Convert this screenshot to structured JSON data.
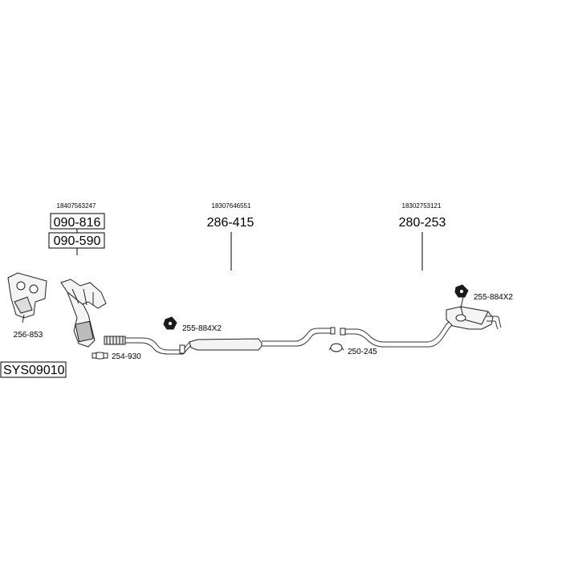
{
  "system_code": "SYS09010",
  "left_group": {
    "oem_number": "18407563247",
    "part_a": "090-816",
    "part_b": "090-590",
    "manifold_gasket": "256-853",
    "clamp": "254-930"
  },
  "middle_group": {
    "oem_number": "18307646551",
    "part_number": "286-415",
    "hanger": "255-884X2"
  },
  "right_group": {
    "oem_number": "18302753121",
    "part_number": "280-253",
    "hanger": "255-884X2",
    "clamp": "250-245"
  }
}
